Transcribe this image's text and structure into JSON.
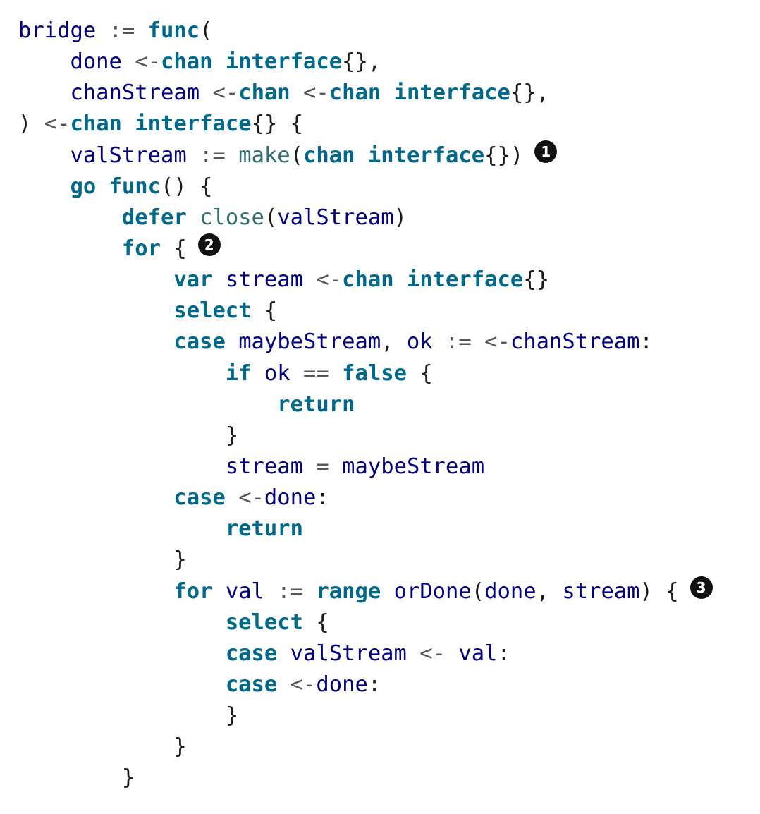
{
  "colors": {
    "keyword": "#00688b",
    "identifier": "#000080",
    "builtin": "#2f6f6f",
    "operator": "#555555",
    "punct": "#1a1a1a",
    "callout_bg": "#111111"
  },
  "code_lines": [
    {
      "indent": 0,
      "tokens": [
        {
          "t": "id",
          "v": "bridge"
        },
        {
          "t": "p",
          "v": " "
        },
        {
          "t": "op",
          "v": ":="
        },
        {
          "t": "p",
          "v": " "
        },
        {
          "t": "kw",
          "v": "func"
        },
        {
          "t": "p",
          "v": "("
        }
      ]
    },
    {
      "indent": 1,
      "tokens": [
        {
          "t": "id",
          "v": "done"
        },
        {
          "t": "p",
          "v": " "
        },
        {
          "t": "op",
          "v": "<-"
        },
        {
          "t": "kw",
          "v": "chan"
        },
        {
          "t": "p",
          "v": " "
        },
        {
          "t": "kw",
          "v": "interface"
        },
        {
          "t": "p",
          "v": "{},"
        }
      ]
    },
    {
      "indent": 1,
      "tokens": [
        {
          "t": "id",
          "v": "chanStream"
        },
        {
          "t": "p",
          "v": " "
        },
        {
          "t": "op",
          "v": "<-"
        },
        {
          "t": "kw",
          "v": "chan"
        },
        {
          "t": "p",
          "v": " "
        },
        {
          "t": "op",
          "v": "<-"
        },
        {
          "t": "kw",
          "v": "chan"
        },
        {
          "t": "p",
          "v": " "
        },
        {
          "t": "kw",
          "v": "interface"
        },
        {
          "t": "p",
          "v": "{},"
        }
      ]
    },
    {
      "indent": 0,
      "tokens": [
        {
          "t": "p",
          "v": ") "
        },
        {
          "t": "op",
          "v": "<-"
        },
        {
          "t": "kw",
          "v": "chan"
        },
        {
          "t": "p",
          "v": " "
        },
        {
          "t": "kw",
          "v": "interface"
        },
        {
          "t": "p",
          "v": "{} {"
        }
      ]
    },
    {
      "indent": 1,
      "tokens": [
        {
          "t": "id",
          "v": "valStream"
        },
        {
          "t": "p",
          "v": " "
        },
        {
          "t": "op",
          "v": ":="
        },
        {
          "t": "p",
          "v": " "
        },
        {
          "t": "fn",
          "v": "make"
        },
        {
          "t": "p",
          "v": "("
        },
        {
          "t": "kw",
          "v": "chan"
        },
        {
          "t": "p",
          "v": " "
        },
        {
          "t": "kw",
          "v": "interface"
        },
        {
          "t": "p",
          "v": "{})"
        }
      ],
      "callout": "1"
    },
    {
      "indent": 1,
      "tokens": [
        {
          "t": "kw",
          "v": "go"
        },
        {
          "t": "p",
          "v": " "
        },
        {
          "t": "kw",
          "v": "func"
        },
        {
          "t": "p",
          "v": "() {"
        }
      ]
    },
    {
      "indent": 2,
      "tokens": [
        {
          "t": "kw",
          "v": "defer"
        },
        {
          "t": "p",
          "v": " "
        },
        {
          "t": "fn",
          "v": "close"
        },
        {
          "t": "p",
          "v": "("
        },
        {
          "t": "id",
          "v": "valStream"
        },
        {
          "t": "p",
          "v": ")"
        }
      ]
    },
    {
      "indent": 2,
      "tokens": [
        {
          "t": "kw",
          "v": "for"
        },
        {
          "t": "p",
          "v": " {"
        }
      ],
      "callout": "2"
    },
    {
      "indent": 3,
      "tokens": [
        {
          "t": "kw",
          "v": "var"
        },
        {
          "t": "p",
          "v": " "
        },
        {
          "t": "id",
          "v": "stream"
        },
        {
          "t": "p",
          "v": " "
        },
        {
          "t": "op",
          "v": "<-"
        },
        {
          "t": "kw",
          "v": "chan"
        },
        {
          "t": "p",
          "v": " "
        },
        {
          "t": "kw",
          "v": "interface"
        },
        {
          "t": "p",
          "v": "{}"
        }
      ]
    },
    {
      "indent": 3,
      "tokens": [
        {
          "t": "kw",
          "v": "select"
        },
        {
          "t": "p",
          "v": " {"
        }
      ]
    },
    {
      "indent": 3,
      "tokens": [
        {
          "t": "kw",
          "v": "case"
        },
        {
          "t": "p",
          "v": " "
        },
        {
          "t": "id",
          "v": "maybeStream"
        },
        {
          "t": "p",
          "v": ", "
        },
        {
          "t": "id",
          "v": "ok"
        },
        {
          "t": "p",
          "v": " "
        },
        {
          "t": "op",
          "v": ":="
        },
        {
          "t": "p",
          "v": " "
        },
        {
          "t": "op",
          "v": "<-"
        },
        {
          "t": "id",
          "v": "chanStream"
        },
        {
          "t": "p",
          "v": ":"
        }
      ]
    },
    {
      "indent": 4,
      "tokens": [
        {
          "t": "kw",
          "v": "if"
        },
        {
          "t": "p",
          "v": " "
        },
        {
          "t": "id",
          "v": "ok"
        },
        {
          "t": "p",
          "v": " "
        },
        {
          "t": "op",
          "v": "=="
        },
        {
          "t": "p",
          "v": " "
        },
        {
          "t": "kw",
          "v": "false"
        },
        {
          "t": "p",
          "v": " {"
        }
      ]
    },
    {
      "indent": 5,
      "tokens": [
        {
          "t": "kw",
          "v": "return"
        }
      ]
    },
    {
      "indent": 4,
      "tokens": [
        {
          "t": "p",
          "v": "}"
        }
      ]
    },
    {
      "indent": 4,
      "tokens": [
        {
          "t": "id",
          "v": "stream"
        },
        {
          "t": "p",
          "v": " "
        },
        {
          "t": "op",
          "v": "="
        },
        {
          "t": "p",
          "v": " "
        },
        {
          "t": "id",
          "v": "maybeStream"
        }
      ]
    },
    {
      "indent": 3,
      "tokens": [
        {
          "t": "kw",
          "v": "case"
        },
        {
          "t": "p",
          "v": " "
        },
        {
          "t": "op",
          "v": "<-"
        },
        {
          "t": "id",
          "v": "done"
        },
        {
          "t": "p",
          "v": ":"
        }
      ]
    },
    {
      "indent": 4,
      "tokens": [
        {
          "t": "kw",
          "v": "return"
        }
      ]
    },
    {
      "indent": 3,
      "tokens": [
        {
          "t": "p",
          "v": "}"
        }
      ]
    },
    {
      "indent": 3,
      "tokens": [
        {
          "t": "kw",
          "v": "for"
        },
        {
          "t": "p",
          "v": " "
        },
        {
          "t": "id",
          "v": "val"
        },
        {
          "t": "p",
          "v": " "
        },
        {
          "t": "op",
          "v": ":="
        },
        {
          "t": "p",
          "v": " "
        },
        {
          "t": "kw",
          "v": "range"
        },
        {
          "t": "p",
          "v": " "
        },
        {
          "t": "id",
          "v": "orDone"
        },
        {
          "t": "p",
          "v": "("
        },
        {
          "t": "id",
          "v": "done"
        },
        {
          "t": "p",
          "v": ", "
        },
        {
          "t": "id",
          "v": "stream"
        },
        {
          "t": "p",
          "v": ") {"
        }
      ],
      "callout": "3"
    },
    {
      "indent": 4,
      "tokens": [
        {
          "t": "kw",
          "v": "select"
        },
        {
          "t": "p",
          "v": " {"
        }
      ]
    },
    {
      "indent": 4,
      "tokens": [
        {
          "t": "kw",
          "v": "case"
        },
        {
          "t": "p",
          "v": " "
        },
        {
          "t": "id",
          "v": "valStream"
        },
        {
          "t": "p",
          "v": " "
        },
        {
          "t": "op",
          "v": "<-"
        },
        {
          "t": "p",
          "v": " "
        },
        {
          "t": "id",
          "v": "val"
        },
        {
          "t": "p",
          "v": ":"
        }
      ]
    },
    {
      "indent": 4,
      "tokens": [
        {
          "t": "kw",
          "v": "case"
        },
        {
          "t": "p",
          "v": " "
        },
        {
          "t": "op",
          "v": "<-"
        },
        {
          "t": "id",
          "v": "done"
        },
        {
          "t": "p",
          "v": ":"
        }
      ]
    },
    {
      "indent": 4,
      "tokens": [
        {
          "t": "p",
          "v": "}"
        }
      ]
    },
    {
      "indent": 3,
      "tokens": [
        {
          "t": "p",
          "v": "}"
        }
      ]
    },
    {
      "indent": 2,
      "tokens": [
        {
          "t": "p",
          "v": "}"
        }
      ]
    }
  ]
}
